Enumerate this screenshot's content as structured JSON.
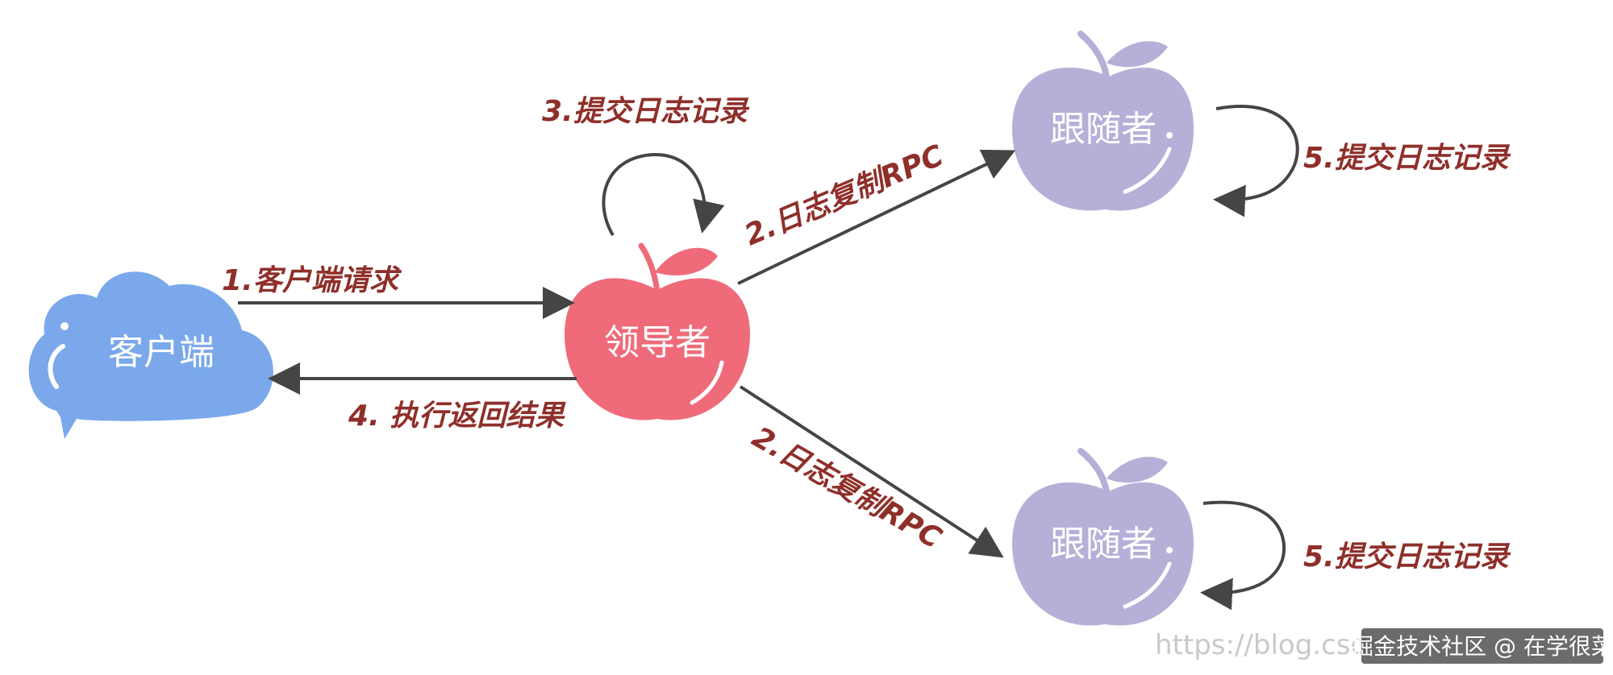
{
  "nodes": {
    "client": "客户端",
    "leader": "领导者",
    "follower_top": "跟随者",
    "follower_bottom": "跟随者"
  },
  "steps": {
    "client_request": "1.客户端请求",
    "replicate_top": "2.日志复制RPC",
    "replicate_bottom": "2.日志复制RPC",
    "leader_commit": "3.提交日志记录",
    "return_result": "4. 执行返回结果",
    "follower_top_commit": "5.提交日志记录",
    "follower_bottom_commit": "5.提交日志记录"
  },
  "watermark": {
    "url": "https://blog.csdn",
    "credit": "掘金技术社区 @ 在学很菜"
  },
  "colors": {
    "client": "#7aa8eb",
    "leader": "#ef6b7a",
    "follower": "#b6b0d8",
    "arrow": "#454545",
    "step_text": "#8f2f2a"
  },
  "icons": {
    "client": "cloud-icon",
    "leader": "apple-icon",
    "follower": "apple-icon"
  }
}
